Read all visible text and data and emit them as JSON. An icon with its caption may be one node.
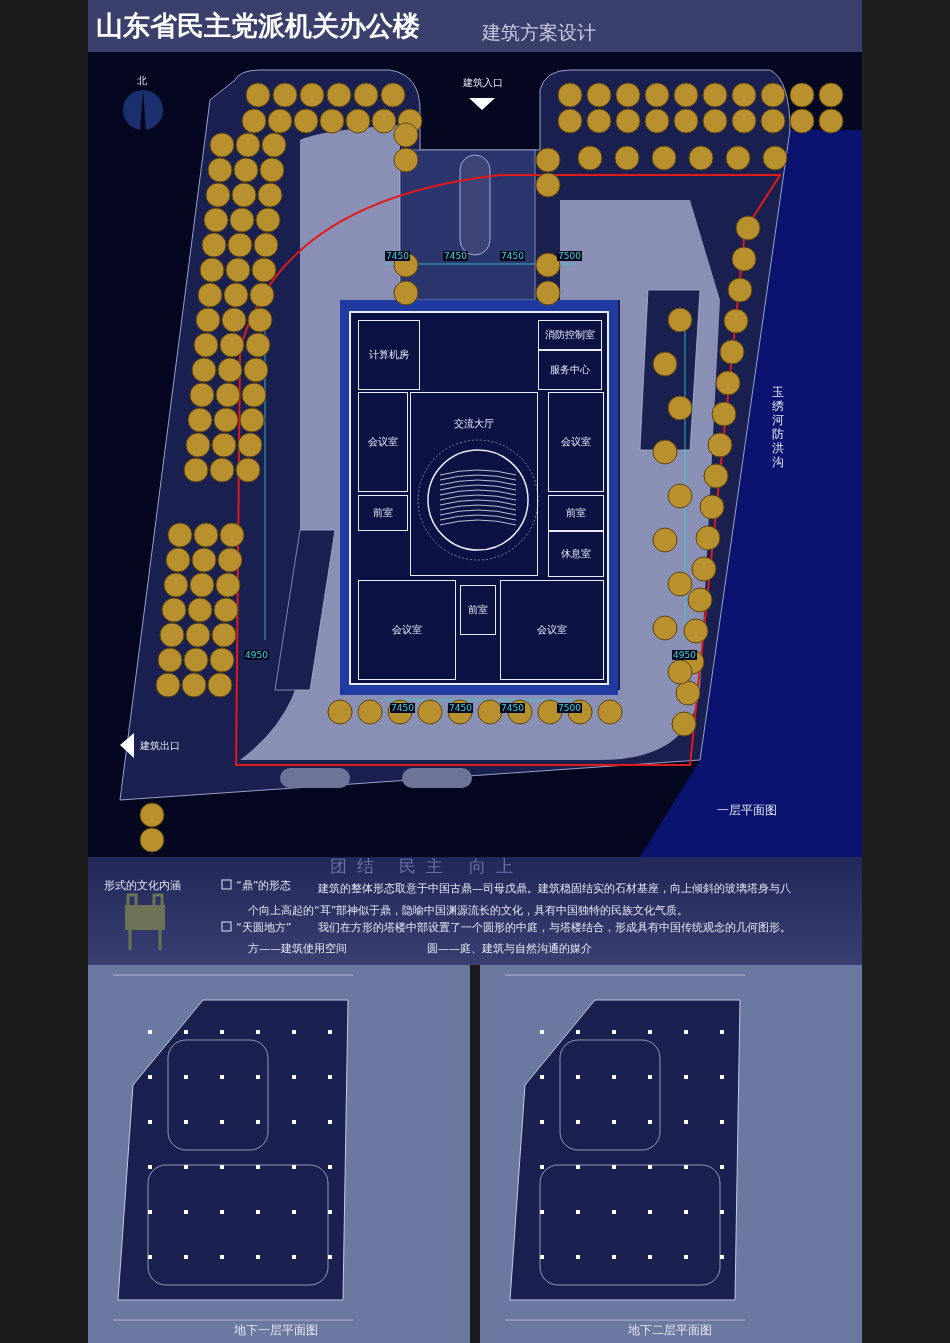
{
  "diagram": {
    "title": "山东省民主党派机关办公楼",
    "nodes": [
      {
        "text": [
          "计算机房"
        ]
      },
      {
        "text": [
          "消防控制室"
        ]
      },
      {
        "text": [
          "服务中心"
        ]
      },
      {
        "text": [
          "交流大厅"
        ]
      },
      {
        "text": [
          "会议室"
        ]
      },
      {
        "text": [
          "会议室"
        ]
      },
      {
        "text": [
          "前室"
        ]
      },
      {
        "text": [
          "前室"
        ]
      },
      {
        "text": [
          "休息室"
        ]
      },
      {
        "text": [
          "会议室"
        ]
      },
      {
        "text": [
          "前室"
        ]
      },
      {
        "text": [
          "会议室"
        ]
      }
    ],
    "labels": [
      "建筑方案设计",
      "北",
      "建筑入口",
      "7450",
      "7450",
      "7450",
      "7500",
      "玉绣河防洪沟",
      "建筑出口",
      "7450",
      "7450",
      "7450",
      "7500",
      "4950",
      "4950",
      "一层平面图",
      "团结 民主 向上",
      "形式的文化内涵",
      "“鼎”的形态",
      "建筑的整体形态取意于中国古鼎—司母戊鼎。建筑稳固结实的石材基座，向上倾斜的玻璃塔身与八个向上高起的“耳”部神似于鼎，隐喻中国渊源流长的文化，具有中国独特的民族文化气质。",
      "“天圆地方”",
      "我们在方形的塔楼中部设置了一个圆形的中庭，与塔楼结合，形成具有中国传统观念的几何图形。",
      "方——建筑使用空间",
      "圆——庭、建筑与自然沟通的媒介",
      "地下一层平面图",
      "地下二层平面图"
    ]
  }
}
